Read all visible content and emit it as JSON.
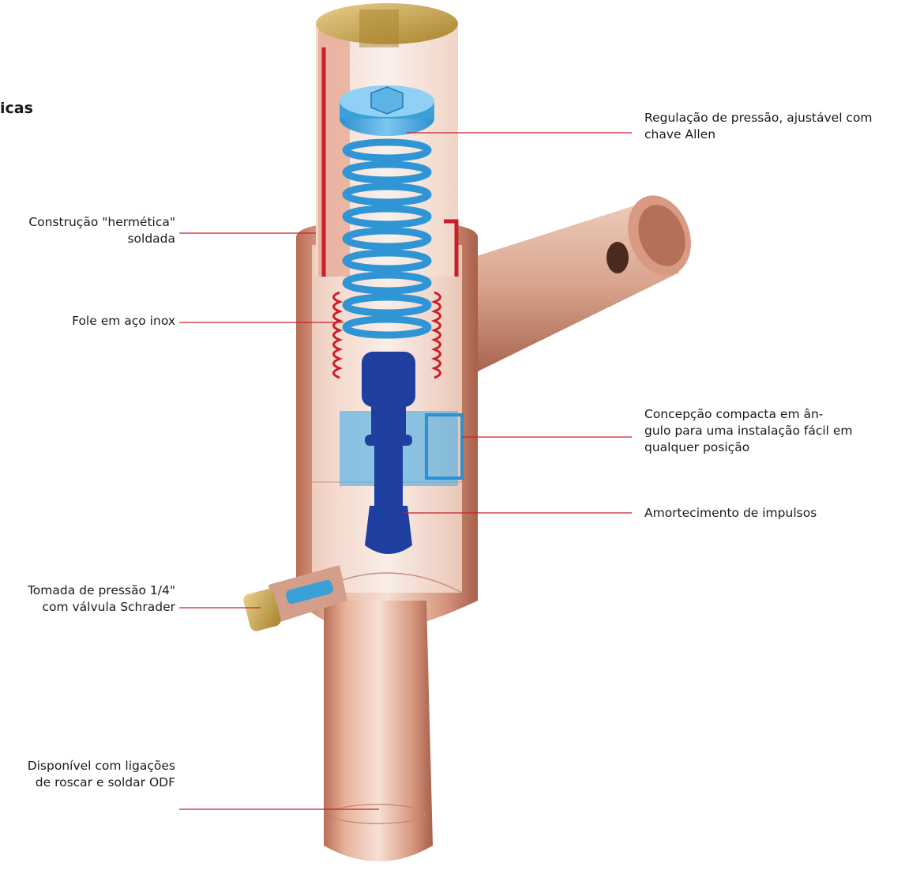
{
  "heading": "icas",
  "colors": {
    "leader": "#c8202a",
    "copper": "#d99a83",
    "spring": "#3aa0d8",
    "piston": "#1e3fa0",
    "brass": "#c9a449"
  },
  "labels_left": [
    {
      "lines": [
        "Construção \"hermética\"",
        "soldada"
      ]
    },
    {
      "lines": [
        "Fole em aço inox"
      ]
    },
    {
      "lines": [
        "Tomada de pressão 1/4\"",
        "com válvula Schrader"
      ]
    },
    {
      "lines": [
        "Disponível com ligações",
        "de roscar e soldar ODF"
      ]
    }
  ],
  "labels_right": [
    {
      "lines": [
        "Regulação de pressão, ajustável com",
        "chave Allen"
      ]
    },
    {
      "lines": [
        "Concepção compacta em ân-",
        "gulo para uma instalação fácil em",
        "qualquer posição"
      ]
    },
    {
      "lines": [
        "Amortecimento de impulsos"
      ]
    }
  ]
}
